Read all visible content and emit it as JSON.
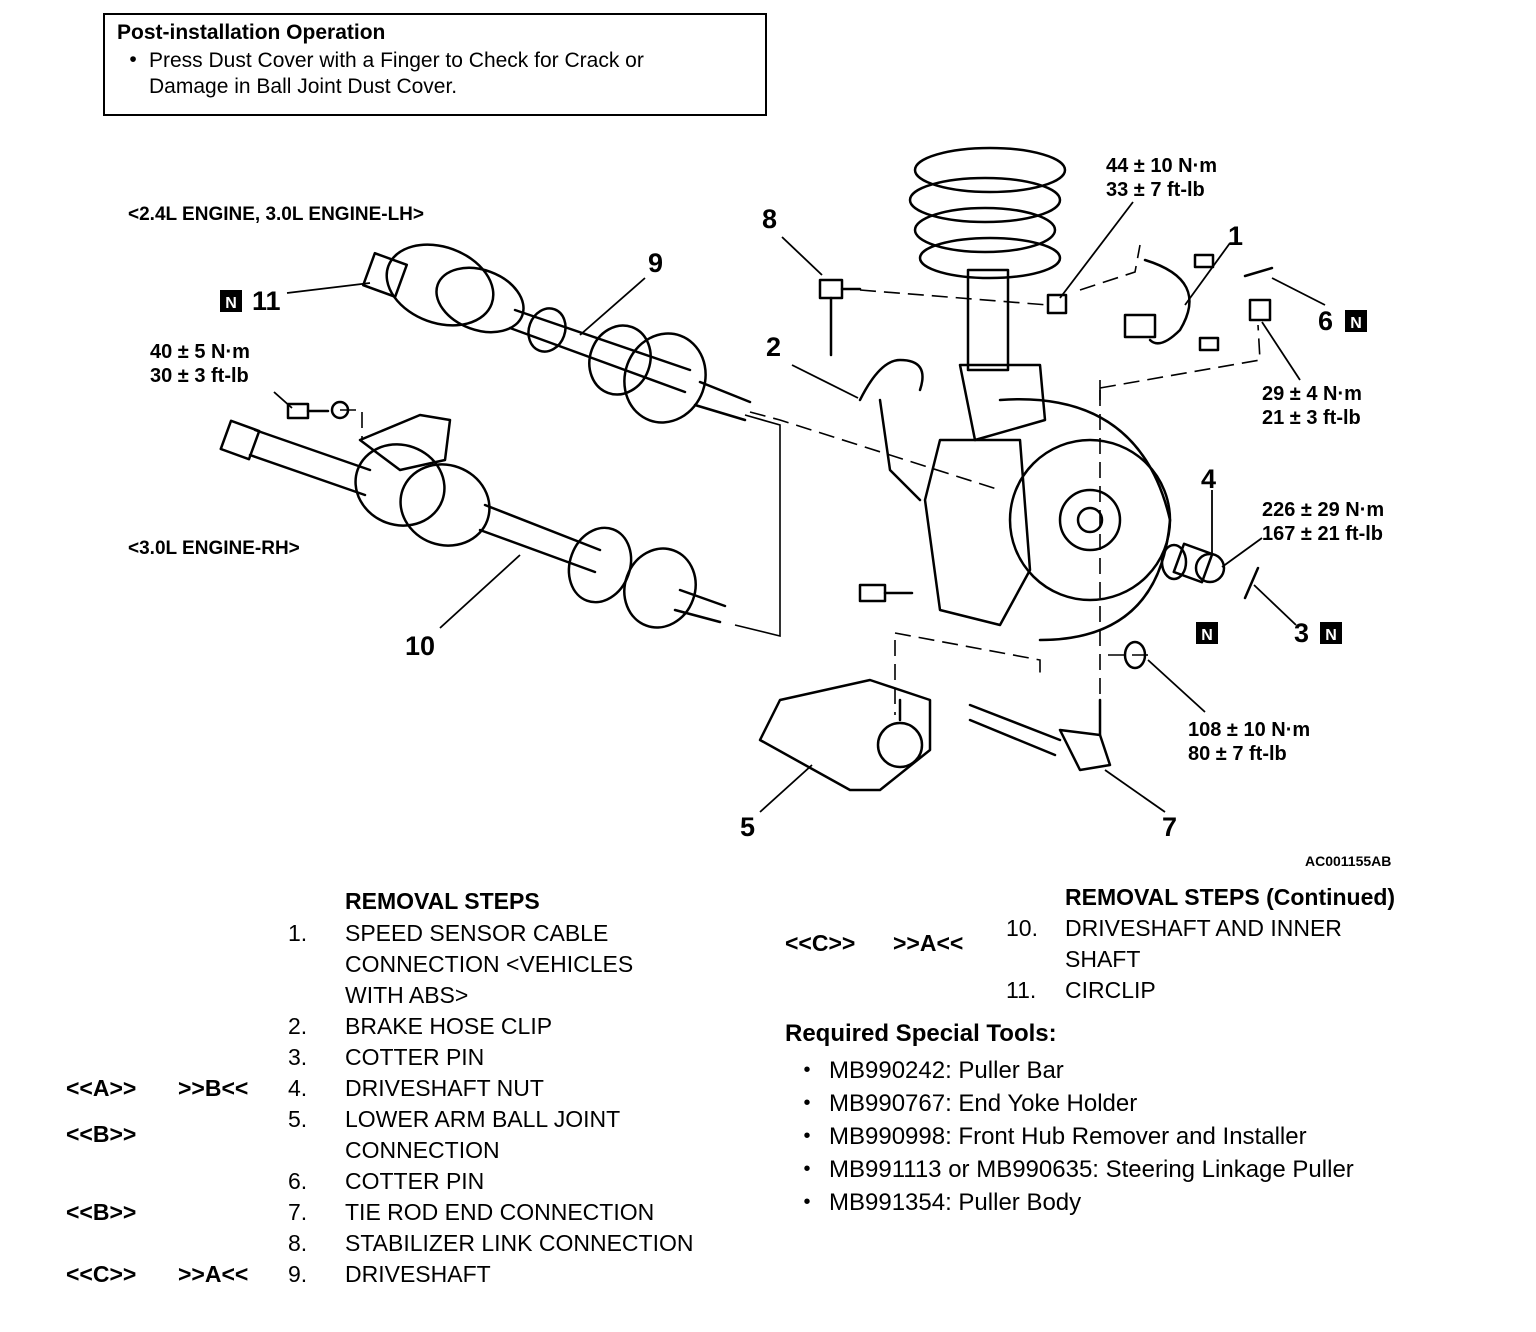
{
  "note": {
    "title": "Post-installation Operation",
    "bullet": "•",
    "lines": [
      "Press Dust Cover with a Finger to Check for Crack or",
      "Damage in Ball Joint Dust Cover."
    ]
  },
  "diagram": {
    "engine_lh": "<2.4L ENGINE, 3.0L ENGINE-LH>",
    "engine_rh": "<3.0L ENGINE-RH>",
    "figure_code": "AC001155AB",
    "new_part_mark": "N",
    "callouts": [
      "1",
      "2",
      "3",
      "4",
      "5",
      "6",
      "7",
      "8",
      "9",
      "10",
      "11"
    ],
    "torques": {
      "t1": [
        "44 ± 10 N·m",
        "33 ± 7 ft-lb"
      ],
      "t2": [
        "40 ± 5 N·m",
        "30 ± 3 ft-lb"
      ],
      "t3": [
        "29 ± 4 N·m",
        "21 ± 3 ft-lb"
      ],
      "t4": [
        "226 ± 29 N·m",
        "167 ± 21 ft-lb"
      ],
      "t5": [
        "108 ± 10 N·m",
        "80 ± 7 ft-lb"
      ]
    }
  },
  "removal_steps": {
    "header": "REMOVAL STEPS",
    "items": [
      {
        "num": "1.",
        "lines": [
          "SPEED SENSOR CABLE",
          "CONNECTION <VEHICLES",
          "WITH ABS>"
        ],
        "c1": "",
        "c2": ""
      },
      {
        "num": "2.",
        "lines": [
          "BRAKE HOSE CLIP"
        ],
        "c1": "",
        "c2": ""
      },
      {
        "num": "3.",
        "lines": [
          "COTTER PIN"
        ],
        "c1": "",
        "c2": ""
      },
      {
        "num": "4.",
        "lines": [
          "DRIVESHAFT NUT"
        ],
        "c1": "<<A>>",
        "c2": ">>B<<"
      },
      {
        "num": "5.",
        "lines": [
          "LOWER ARM BALL JOINT",
          "CONNECTION"
        ],
        "c1": "<<B>>",
        "c2": ""
      },
      {
        "num": "6.",
        "lines": [
          "COTTER PIN"
        ],
        "c1": "",
        "c2": ""
      },
      {
        "num": "7.",
        "lines": [
          "TIE ROD END CONNECTION"
        ],
        "c1": "<<B>>",
        "c2": ""
      },
      {
        "num": "8.",
        "lines": [
          "STABILIZER LINK CONNECTION"
        ],
        "c1": "",
        "c2": ""
      },
      {
        "num": "9.",
        "lines": [
          "DRIVESHAFT"
        ],
        "c1": "<<C>>",
        "c2": ">>A<<"
      }
    ]
  },
  "removal_steps_continued": {
    "header": "REMOVAL STEPS (Continued)",
    "items": [
      {
        "num": "10.",
        "lines": [
          "DRIVESHAFT AND INNER",
          "SHAFT"
        ],
        "c1": "<<C>>",
        "c2": ">>A<<"
      },
      {
        "num": "11.",
        "lines": [
          "CIRCLIP"
        ],
        "c1": "",
        "c2": ""
      }
    ]
  },
  "special_tools": {
    "title": "Required Special Tools:",
    "bullet": "•",
    "items": [
      "MB990242: Puller Bar",
      "MB990767: End Yoke Holder",
      "MB990998: Front Hub Remover and Installer",
      "MB991113 or MB990635: Steering Linkage Puller",
      "MB991354: Puller Body"
    ]
  }
}
